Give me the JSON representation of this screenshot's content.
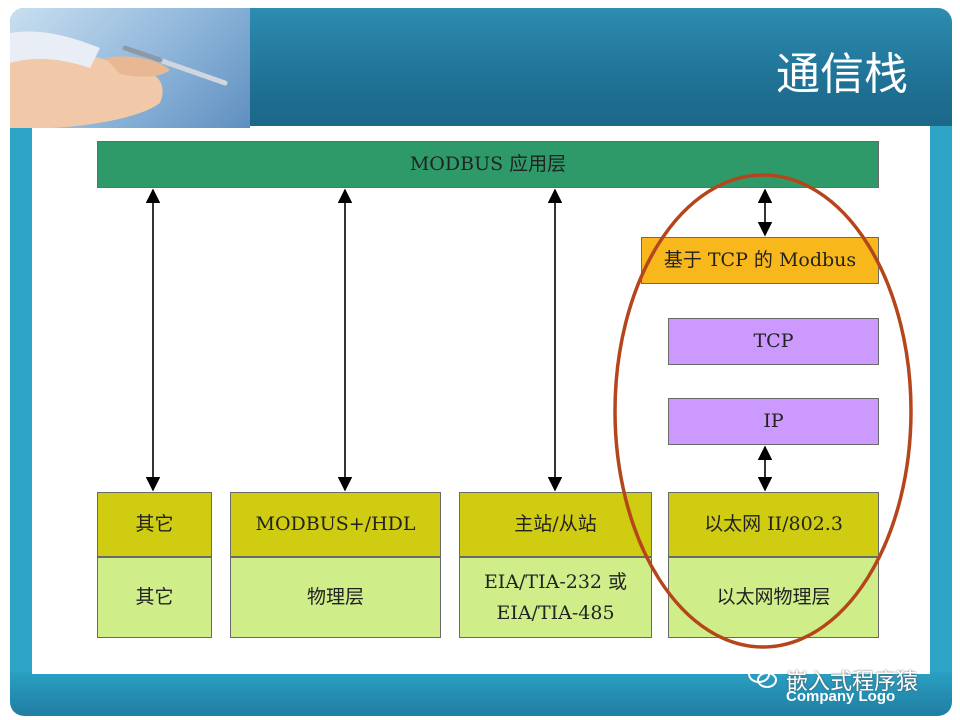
{
  "slide": {
    "title": "通信栈",
    "watermark": "嵌入式程序猿",
    "company_logo": "Company Logo"
  },
  "diagram": {
    "app_layer": "MODBUS 应用层",
    "tcp_modbus": "基于 TCP 的 Modbus",
    "tcp": "TCP",
    "ip": "IP",
    "columns": [
      {
        "top": "其它",
        "bottom_line1": "其它",
        "bottom_line2": ""
      },
      {
        "top": "MODBUS+/HDL",
        "bottom_line1": "物理层",
        "bottom_line2": ""
      },
      {
        "top": "主站/从站",
        "bottom_line1": "EIA/TIA-232 或",
        "bottom_line2": "EIA/TIA-485"
      },
      {
        "top": "以太网 II/802.3",
        "bottom_line1": "以太网物理层",
        "bottom_line2": ""
      }
    ]
  },
  "colors": {
    "app_layer": "#2e9a6a",
    "tcp_modbus": "#f8b81c",
    "tcp_ip": "#cc99ff",
    "column_top": "#cfcc12",
    "column_bottom": "#cfee8a",
    "highlight_ellipse": "#b5451b",
    "frame": "#2ea5c6"
  }
}
